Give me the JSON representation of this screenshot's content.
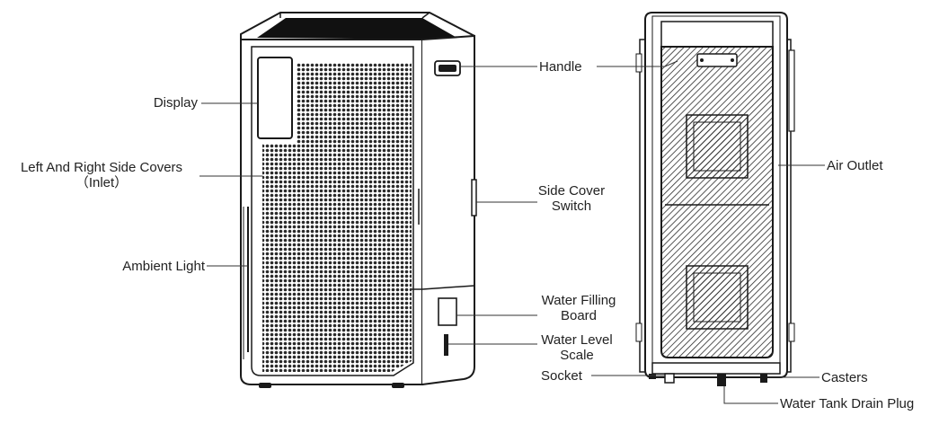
{
  "labels": {
    "display": "Display",
    "side_covers_line1": "Left And Right Side Covers",
    "side_covers_line2": "（Inlet）",
    "ambient_light": "Ambient Light",
    "handle": "Handle",
    "side_cover_switch_line1": "Side Cover",
    "side_cover_switch_line2": "Switch",
    "water_filling_line1": "Water Filling",
    "water_filling_line2": "Board",
    "water_level_line1": "Water Level",
    "water_level_line2": "Scale",
    "socket": "Socket",
    "air_outlet": "Air Outlet",
    "casters": "Casters",
    "drain_plug": "Water Tank Drain Plug"
  },
  "colors": {
    "line": "#1a1a1a",
    "mesh": "#2b2b2b",
    "background": "#ffffff"
  }
}
